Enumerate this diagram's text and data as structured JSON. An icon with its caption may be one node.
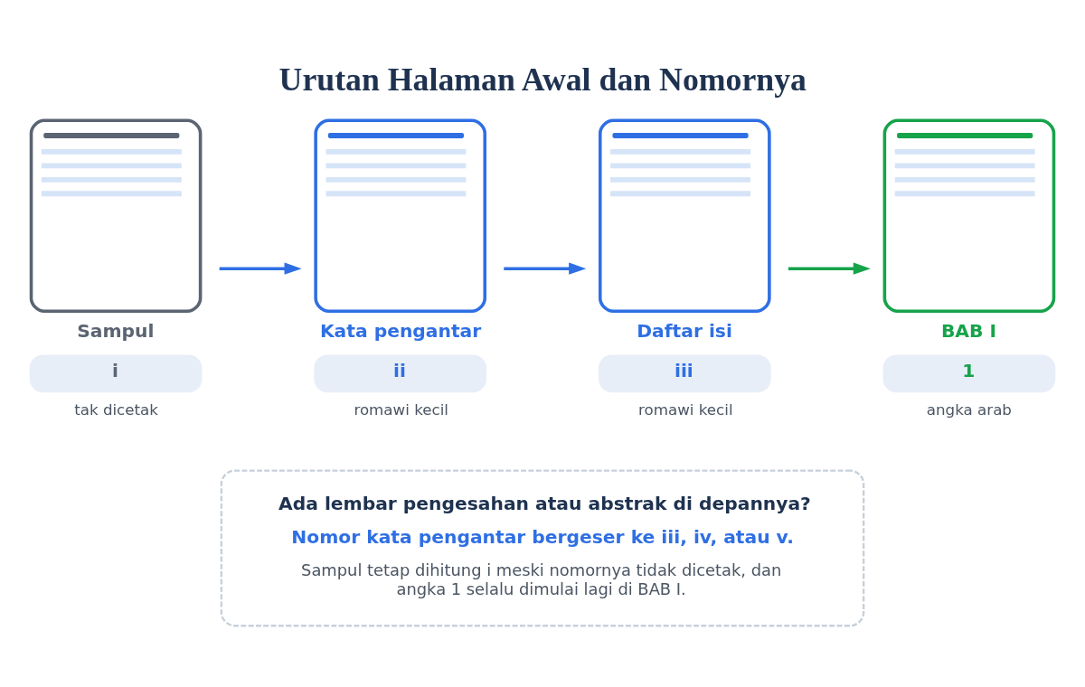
{
  "diagram": {
    "title": "Urutan Halaman Awal dan Nomornya",
    "nodes": [
      {
        "text": [
          "Sampul"
        ],
        "beside": [
          "i",
          "tak dicetak"
        ]
      },
      {
        "text": [
          "Kata pengantar"
        ],
        "beside": [
          "ii",
          "romawi kecil"
        ]
      },
      {
        "text": [
          "Daftar isi"
        ],
        "beside": [
          "iii",
          "romawi kecil"
        ]
      },
      {
        "text": [
          "BAB I"
        ],
        "beside": [
          "1",
          "angka arab"
        ]
      },
      {
        "text": [
          "Ada lembar pengesahan atau abstrak di depannya?",
          "Nomor kata pengantar bergeser ke iii, iv, atau v.",
          "Sampul tetap dihitung i meski nomornya tidak dicetak, dan angka 1 selalu dimulai lagi di BAB I."
        ]
      }
    ],
    "edges": [
      {
        "from": 0,
        "to": 1,
        "arrow": "to"
      },
      {
        "from": 1,
        "to": 2,
        "arrow": "to"
      },
      {
        "from": 2,
        "to": 3,
        "arrow": "to",
        "color": "#16a34a"
      }
    ]
  }
}
